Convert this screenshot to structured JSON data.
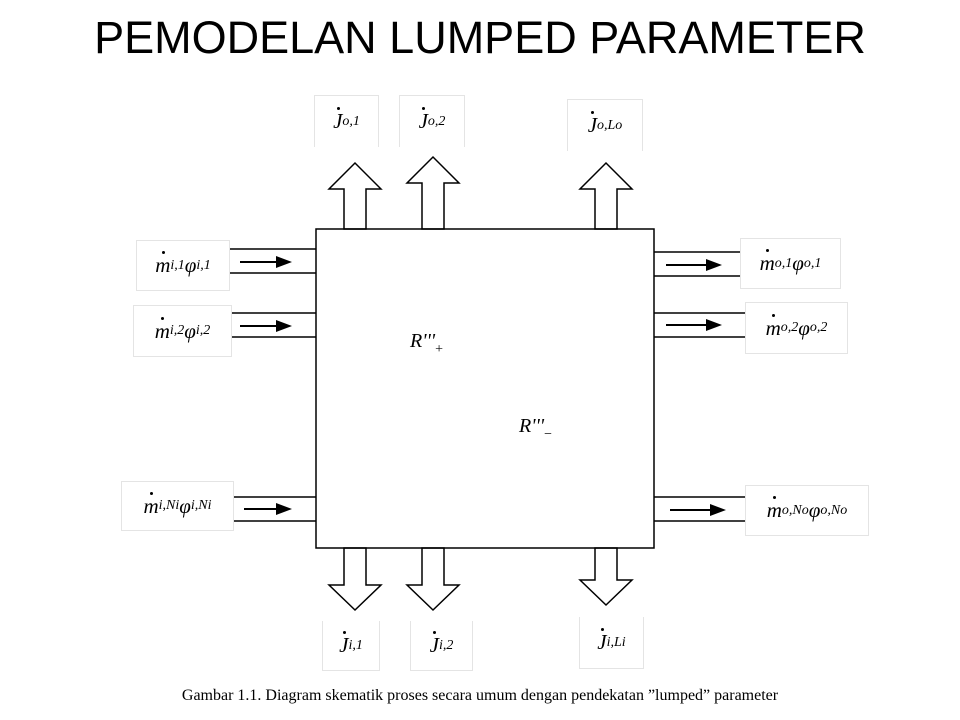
{
  "title": "PEMODELAN LUMPED PARAMETER",
  "caption": "Gambar 1.1. Diagram skematik proses secara umum dengan pendekatan ”lumped” parameter",
  "outflow_fluxes": [
    {
      "symbol": "J",
      "sub": "o,1"
    },
    {
      "symbol": "J",
      "sub": "o,2"
    },
    {
      "symbol": "J",
      "sub": "o,Lo"
    }
  ],
  "inflow_fluxes": [
    {
      "symbol": "J",
      "sub": "i,1"
    },
    {
      "symbol": "J",
      "sub": "i,2"
    },
    {
      "symbol": "J",
      "sub": "i,Li"
    }
  ],
  "inlet_streams": [
    {
      "m_sub": "i,1",
      "phi_sub": "i,1"
    },
    {
      "m_sub": "i,2",
      "phi_sub": "i,2"
    },
    {
      "m_sub": "i,Ni",
      "phi_sub": "i,Ni"
    }
  ],
  "outlet_streams": [
    {
      "m_sub": "o,1",
      "phi_sub": "o,1"
    },
    {
      "m_sub": "o,2",
      "phi_sub": "o,2"
    },
    {
      "m_sub": "o,No",
      "phi_sub": "o,No"
    }
  ],
  "generation": {
    "symbol": "R'''",
    "sub": "+"
  },
  "consumption": {
    "symbol": "R'''",
    "sub": "−"
  }
}
